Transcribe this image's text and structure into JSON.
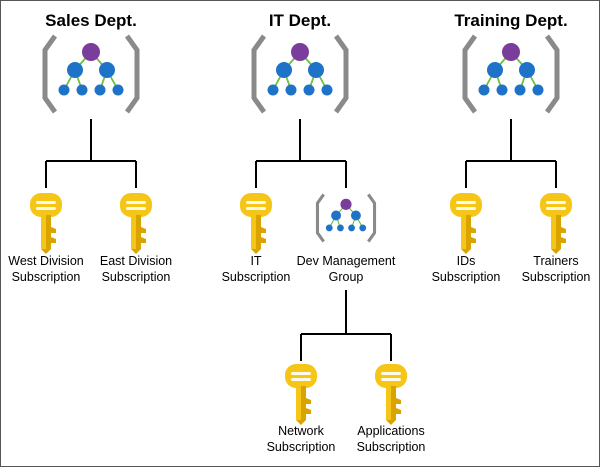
{
  "departments": [
    {
      "title": "Sales Dept."
    },
    {
      "title": "IT Dept."
    },
    {
      "title": "Training Dept."
    }
  ],
  "subscriptions": {
    "west": [
      "West Division",
      "Subscription"
    ],
    "east": [
      "East Division",
      "Subscription"
    ],
    "it": [
      "IT",
      "Subscription"
    ],
    "ids": [
      "IDs",
      "Subscription"
    ],
    "trainers": [
      "Trainers",
      "Subscription"
    ],
    "network": [
      "Network",
      "Subscription"
    ],
    "applications": [
      "Applications",
      "Subscription"
    ]
  },
  "management_group": {
    "label": [
      "Dev Management",
      "Group"
    ]
  },
  "icons": {
    "management_group": "management-group-icon",
    "subscription": "subscription-key-icon"
  },
  "colors": {
    "bracket": "#8a8a8a",
    "top_node": "#7b3d9c",
    "node": "#1e73c9",
    "connector": "#6dbf3e",
    "key_body": "#f5c518",
    "key_shadow": "#d9a400",
    "line": "#000000"
  }
}
